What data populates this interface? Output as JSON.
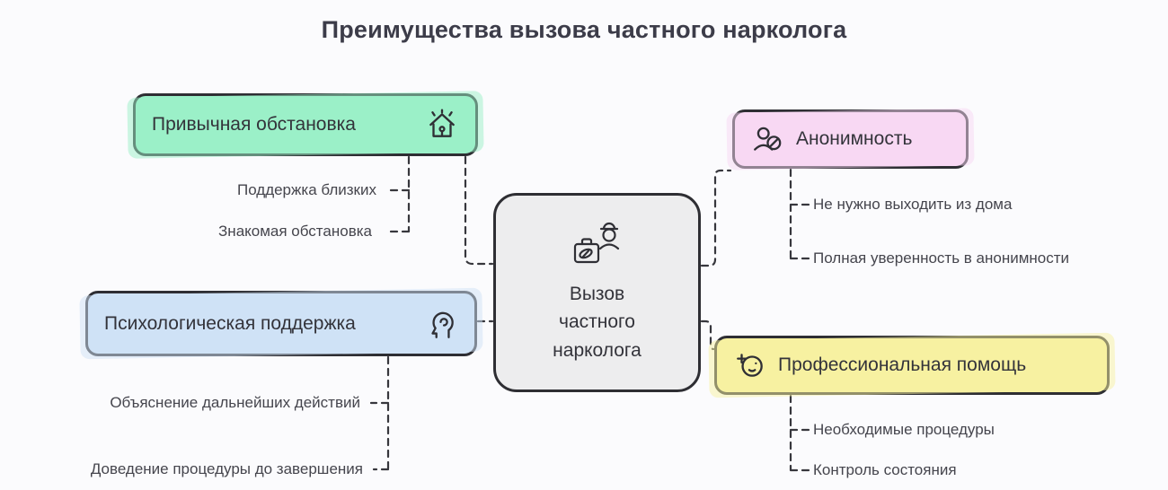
{
  "title": "Преимущества вызова частного нарколога",
  "center": {
    "label": "Вызов частного нарколога",
    "icon": "narcologist-call-icon",
    "bg": "#ededee"
  },
  "branches": [
    {
      "label": "Привычная обстановка",
      "icon": "home-icon",
      "color": "#9bf0c8",
      "children": [
        "Поддержка близких",
        "Знакомая обстановка"
      ]
    },
    {
      "label": "Психологическая поддержка",
      "icon": "psychological-support-icon",
      "color": "#cfe2f6",
      "children": [
        "Объяснение дальнейших действий",
        "Доведение процедуры до завершения"
      ]
    },
    {
      "label": "Анонимность",
      "icon": "anonymity-icon",
      "color": "#f8d8f3",
      "children": [
        "Не нужно выходить из дома",
        "Полная уверенность в анонимности"
      ]
    },
    {
      "label": "Профессиональная помощь",
      "icon": "professional-help-icon",
      "color": "#f7f1a1",
      "children": [
        "Необходимые процедуры",
        "Контроль состояния"
      ]
    }
  ],
  "colors": {
    "background": "#fbfbfd",
    "connector": "#37373d",
    "border": "#2e2e33",
    "text": "#45454d",
    "title": "#3c3c49"
  }
}
